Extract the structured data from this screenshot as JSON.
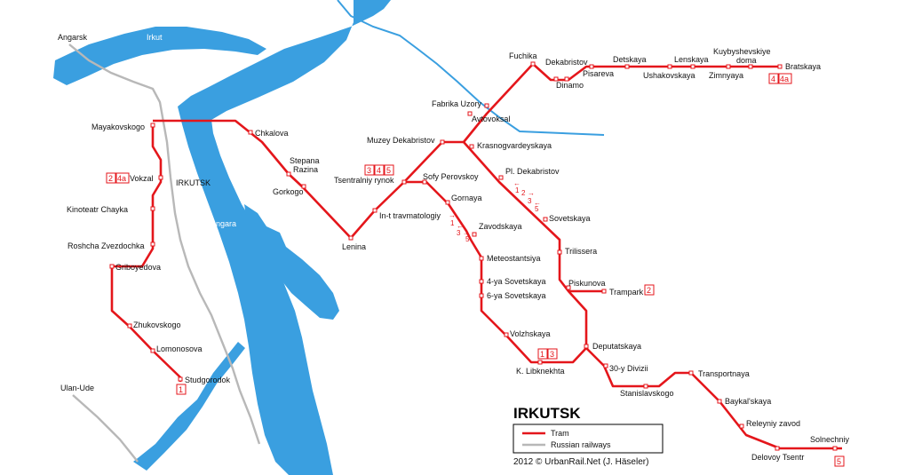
{
  "title": "IRKUTSK",
  "legend": {
    "tram": "Tram",
    "railway": "Russian railways"
  },
  "credit": "2012 © UrbanRail.Net (J. Häseler)",
  "colors": {
    "tram": "#e4161b",
    "water": "#3a9fe0",
    "railway": "#b8b8b8"
  },
  "places": {
    "angarsk": "Angarsk",
    "ulan_ude": "Ulan-Ude",
    "irkutsk": "IRKUTSK"
  },
  "rivers": {
    "irkut": "Irkut",
    "angara": "Angara"
  },
  "stations": {
    "mayakovskogo": "Mayakovskogo",
    "vokzal": "Vokzal",
    "kinoteatr": "Kinoteatr  Chayka",
    "roshcha": "Roshcha Zvezdochka",
    "griboyedova": "Griboyedova",
    "zhukovskogo": "Zhukovskogo",
    "lomonosova": "Lomonosova",
    "studgorodok": "Studgorodok",
    "chkalova": "Chkalova",
    "stepana1": "Stepana",
    "stepana2": "Razina",
    "gorkogo": "Gorkogo",
    "lenina": "Lenina",
    "travmatologii": "In-t travmatologiy",
    "rynok": "Tsentralniy rynok",
    "sofy": "Sofy  Perovskoy",
    "gornaya": "Gornaya",
    "zavodskaya": "Zavodskaya",
    "meteostantsiya": "Meteostantsiya",
    "sov4": "4-ya  Sovetskaya",
    "sov6": "6-ya  Sovetskaya",
    "volzhskaya": "Volzhskaya",
    "libknekhta": "K. Libknekhta",
    "muzey": "Muzey  Dekabristov",
    "krasnogvardeyskaya": "Krasnogvardeyskaya",
    "pl_dekabristov": "Pl. Dekabristov",
    "sovetskaya": "Sovetskaya",
    "trilissera": "Trilissera",
    "piskunova": "Piskunova",
    "trampark": "Trampark",
    "deputatskaya": "Deputatskaya",
    "divizii": "30-y  Divizii",
    "stanislavskogo": "Stanislavskogo",
    "transportnaya": "Transportnaya",
    "baykalskaya": "Baykal'skaya",
    "releyniy": "Releyniy zavod",
    "delovoy": "Delovoy  Tsentr",
    "solnechniy": "Solnechniy",
    "fabrika": "Fabrika  Uzory",
    "avtovoksal": "Avtovoksal",
    "fuchika": "Fuchika",
    "dekabristov": "Dekabristov",
    "dinamo": "Dinamo",
    "pisareva": "Pisareva",
    "detskaya": "Detskaya",
    "ushakovskaya": "Ushakovskaya",
    "lenskaya": "Lenskaya",
    "kuyb1": "Kuybyshevskiye",
    "kuyb2": "doma",
    "zimnyaya": "Zimnyaya",
    "bratskaya": "Bratskaya"
  },
  "badges": {
    "b2": "2",
    "b4a": "4a",
    "b3": "3",
    "b4": "4",
    "b5": "5",
    "b1": "1",
    "b1b": "1",
    "b3b": "3",
    "b4b": "4",
    "b4ab": "4a",
    "btrampark": "2",
    "bsoln": "5"
  },
  "directions": {
    "pl_a": "←",
    "pl_b": "1",
    "pl_c": "2",
    "pl_d": "→",
    "pl_e": "3",
    "pl_f": "5",
    "pl_g": "←",
    "tr_a": "→",
    "tr_b": "1",
    "tr_c": "←",
    "tr_d": "3",
    "tr_e": "→",
    "tr_f": "5"
  }
}
